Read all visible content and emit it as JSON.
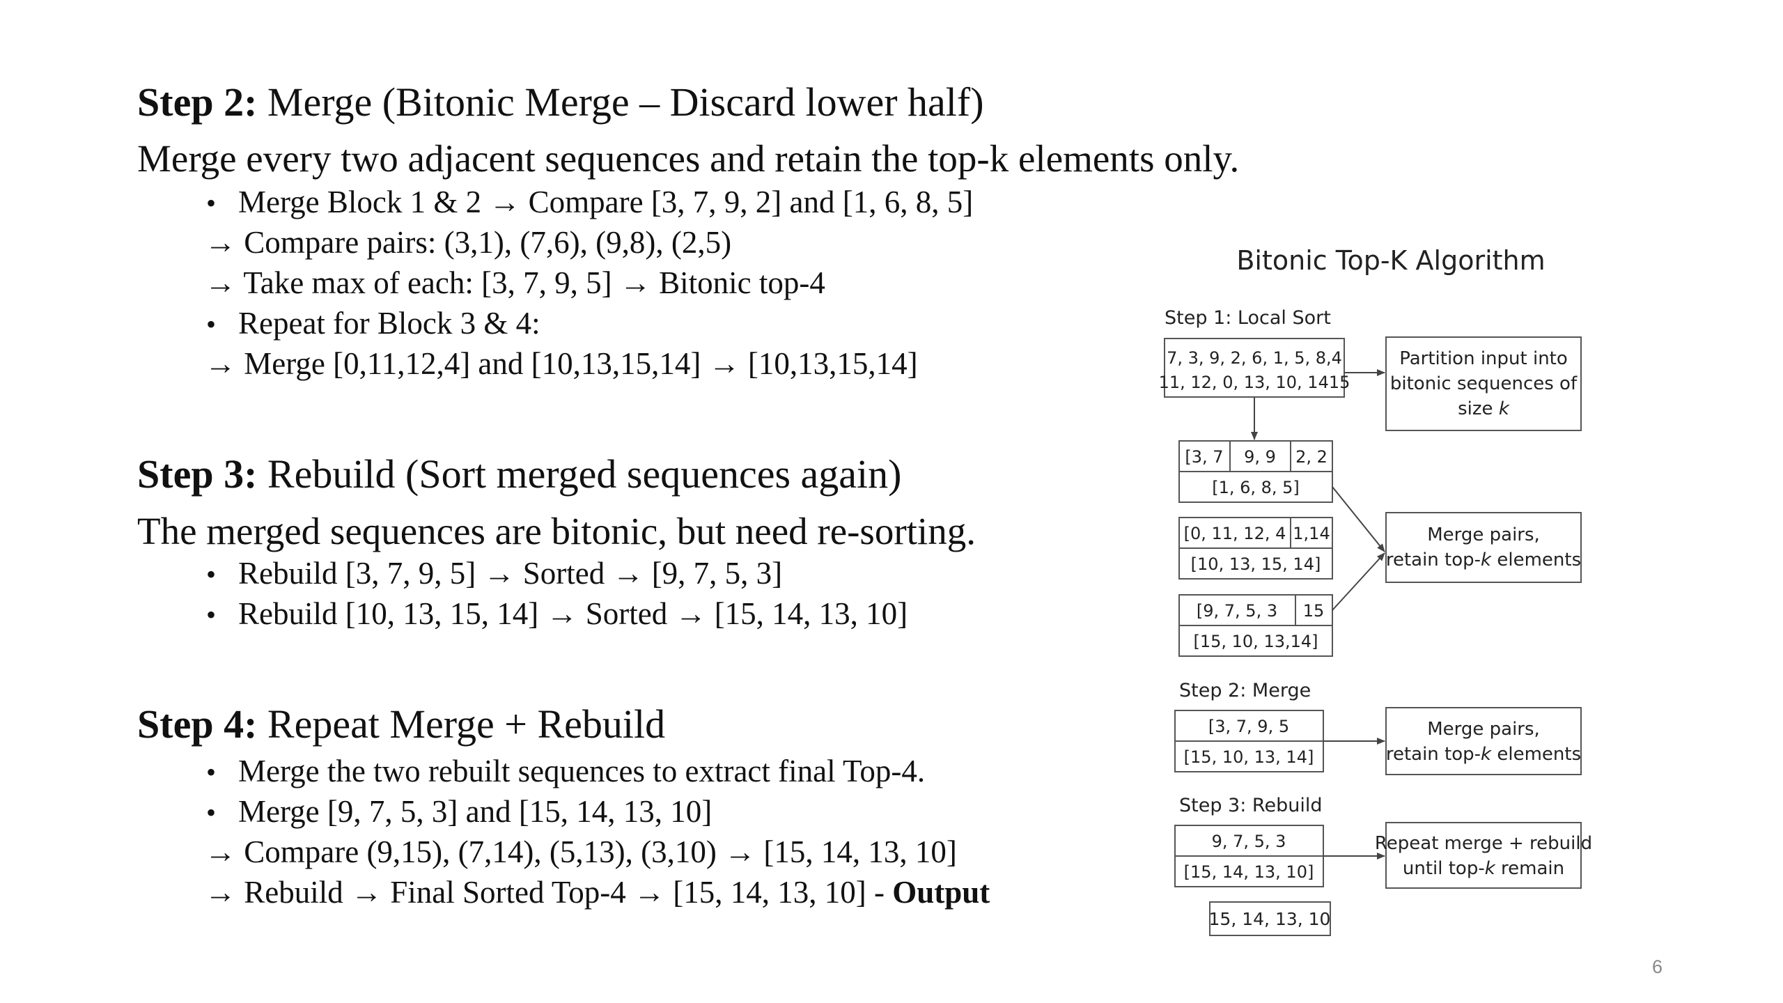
{
  "slide": {
    "page_number": "6",
    "step2": {
      "label": "Step 2:",
      "title": " Merge (Bitonic Merge – Discard lower half)",
      "intro": "Merge every two adjacent sequences and retain the top-k elements only.",
      "lines": [
        "Merge Block 1 & 2 → Compare [3, 7, 9, 2] and [1, 6, 8, 5]",
        "→ Compare pairs: (3,1), (7,6), (9,8), (2,5)",
        "→ Take max of each: [3, 7, 9, 5] → Bitonic top-4",
        "Repeat for Block 3 & 4:",
        "→ Merge [0,11,12,4] and [10,13,15,14] → [10,13,15,14]"
      ]
    },
    "step3": {
      "label": "Step 3:",
      "title": " Rebuild (Sort merged sequences again)",
      "intro": "The merged sequences are bitonic, but need re-sorting.",
      "lines": [
        "Rebuild [3, 7, 9, 5] → Sorted → [9, 7, 5, 3]",
        "Rebuild [10, 13, 15, 14] → Sorted → [15, 14, 13, 10]"
      ]
    },
    "step4": {
      "label": "Step 4:",
      "title": " Repeat Merge + Rebuild",
      "lines": [
        "Merge the two rebuilt sequences to extract final Top-4.",
        "Merge [9, 7, 5, 3] and [15, 14, 13, 10]",
        "→ Compare (9,15), (7,14), (5,13), (3,10) → [15, 14, 13, 10]",
        "→ Rebuild → Final Sorted Top-4 → [15, 14, 13, 10] - "
      ],
      "output_label": "Output"
    },
    "bullet_glyph": "•"
  },
  "diagram": {
    "title": "Bitonic Top-K Algorithm",
    "step1_label": "Step 1: Local Sort",
    "input_line1": "7, 3, 9, 2, 6, 1, 5, 8,4",
    "input_line2": "11, 12, 0, 13, 10, 1415",
    "note1_line1": "Partition input into",
    "note1_line2": "bitonic sequences of",
    "note1_line3_prefix": "size ",
    "note1_line3_k": "k",
    "g1_a": "[3, 7",
    "g1_b": "9, 9",
    "g1_c": "2, 2",
    "g1_d": "[1, 6, 8, 5]",
    "g2_a": "[0, 11, 12, 4",
    "g2_b": "1,14",
    "g2_c": "[10, 13, 15, 14]",
    "g3_a": "[9, 7, 5, 3",
    "g3_b": "15",
    "g3_c": "[15, 10, 13,14]",
    "note2_line1": "Merge pairs,",
    "note2_line2_prefix": "retain top-",
    "note2_line2_k": "k",
    "note2_line2_suffix": " elements",
    "step2_label": "Step 2: Merge",
    "m_a": "[3, 7, 9, 5",
    "m_b": "[15, 10, 13, 14]",
    "note3_line1": "Merge pairs,",
    "note3_line2_prefix": "retain top-",
    "note3_line2_k": "k",
    "note3_line2_suffix": " elements",
    "step3_label": "Step 3: Rebuild",
    "r_a": "9, 7, 5, 3",
    "r_b": "[15, 14, 13, 10]",
    "note4_line1": "Repeat merge + rebuild",
    "note4_line2_prefix": "until top-",
    "note4_line2_k": "k",
    "note4_line2_suffix": " remain",
    "final": "15, 14, 13, 10",
    "colors": {
      "stroke": "#555555",
      "text": "#222222"
    }
  }
}
